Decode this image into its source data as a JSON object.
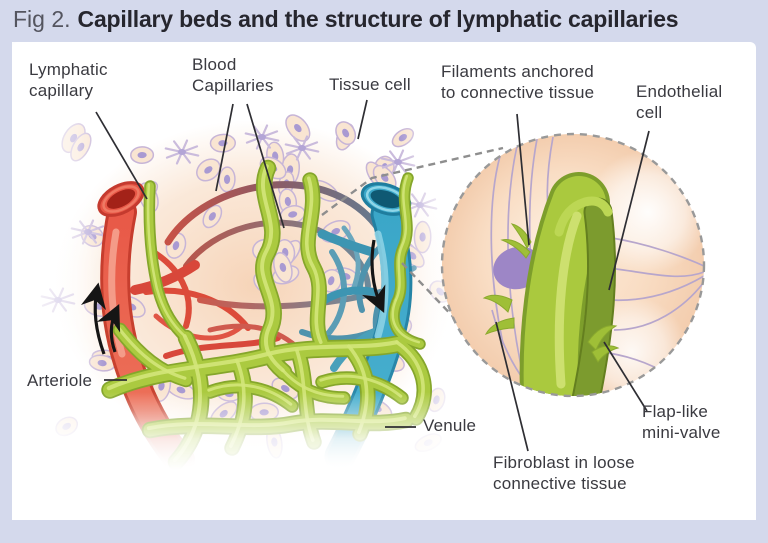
{
  "header": {
    "fig_label": "Fig 2.",
    "title": "Capillary beds and the structure of lymphatic capillaries"
  },
  "labels": {
    "lymphatic_capillary": "Lymphatic\ncapillary",
    "blood_capillaries": "Blood\nCapillaries",
    "tissue_cell": "Tissue cell",
    "arteriole": "Arteriole",
    "venule": "Venule",
    "filaments": "Filaments anchored\nto connective tissue",
    "endothelial_cell": "Endothelial\ncell",
    "flap_mini_valve": "Flap-like\nmini-valve",
    "fibroblast": "Fibroblast in loose\nconnective tissue"
  },
  "flow_indicators": {
    "arteriole_direction": "up",
    "venule_direction": "down"
  },
  "colors": {
    "background_lavender": "#d4d9ec",
    "panel_white": "#ffffff",
    "title_dark": "#26262e",
    "fig_label_gray": "#54555f",
    "label_text": "#3a3a40",
    "arteriole_red": "#e85746",
    "venule_blue": "#3aa6c8",
    "lymphatic_green": "#abca40",
    "tissue_cell_fill": "#f9e5d2",
    "tissue_cell_outline": "#c7b5d7",
    "nucleus_purple": "#a99ad2",
    "inset_peach": "#f9ddc4",
    "dashed_gray": "#8e8e8e",
    "leader_line": "#2e2e33"
  }
}
